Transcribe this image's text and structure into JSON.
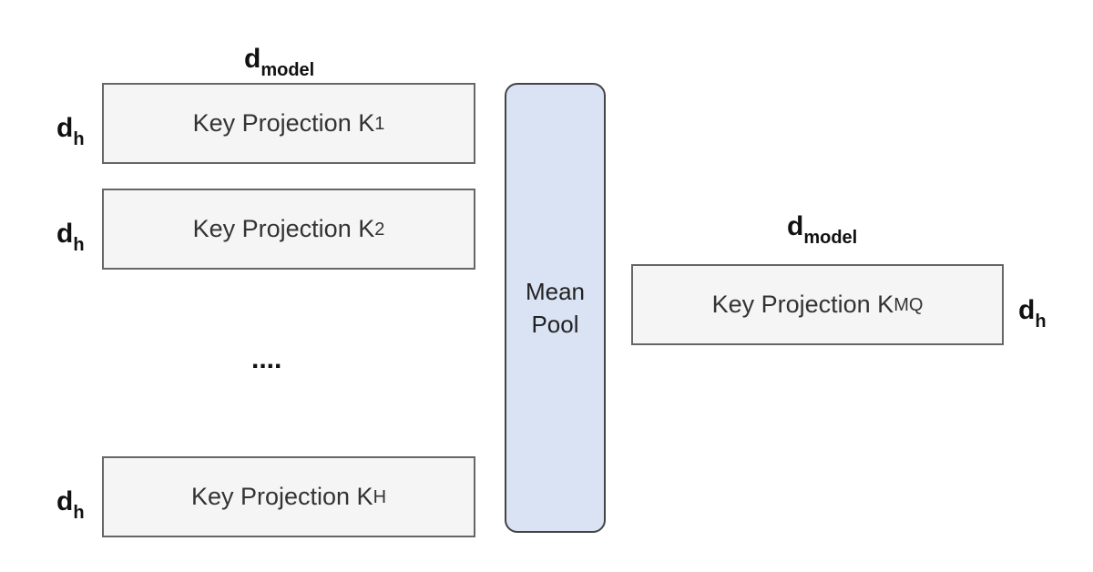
{
  "labels": {
    "d_main": "d",
    "model_sub": "model",
    "h_sub": "h",
    "ellipsis": "...."
  },
  "boxes": [
    {
      "text": "Key Projection K",
      "sub": "1"
    },
    {
      "text": "Key Projection K",
      "sub": "2"
    },
    {
      "text": "Key Projection K",
      "sub": "H"
    },
    {
      "text": "Key Projection K",
      "sub": "MQ"
    }
  ],
  "pool": {
    "line1": "Mean",
    "line2": "Pool"
  },
  "colors": {
    "box_fill": "#f5f5f5",
    "box_border": "#666666",
    "pool_fill": "#d9e3f3",
    "pool_border": "#444444"
  }
}
